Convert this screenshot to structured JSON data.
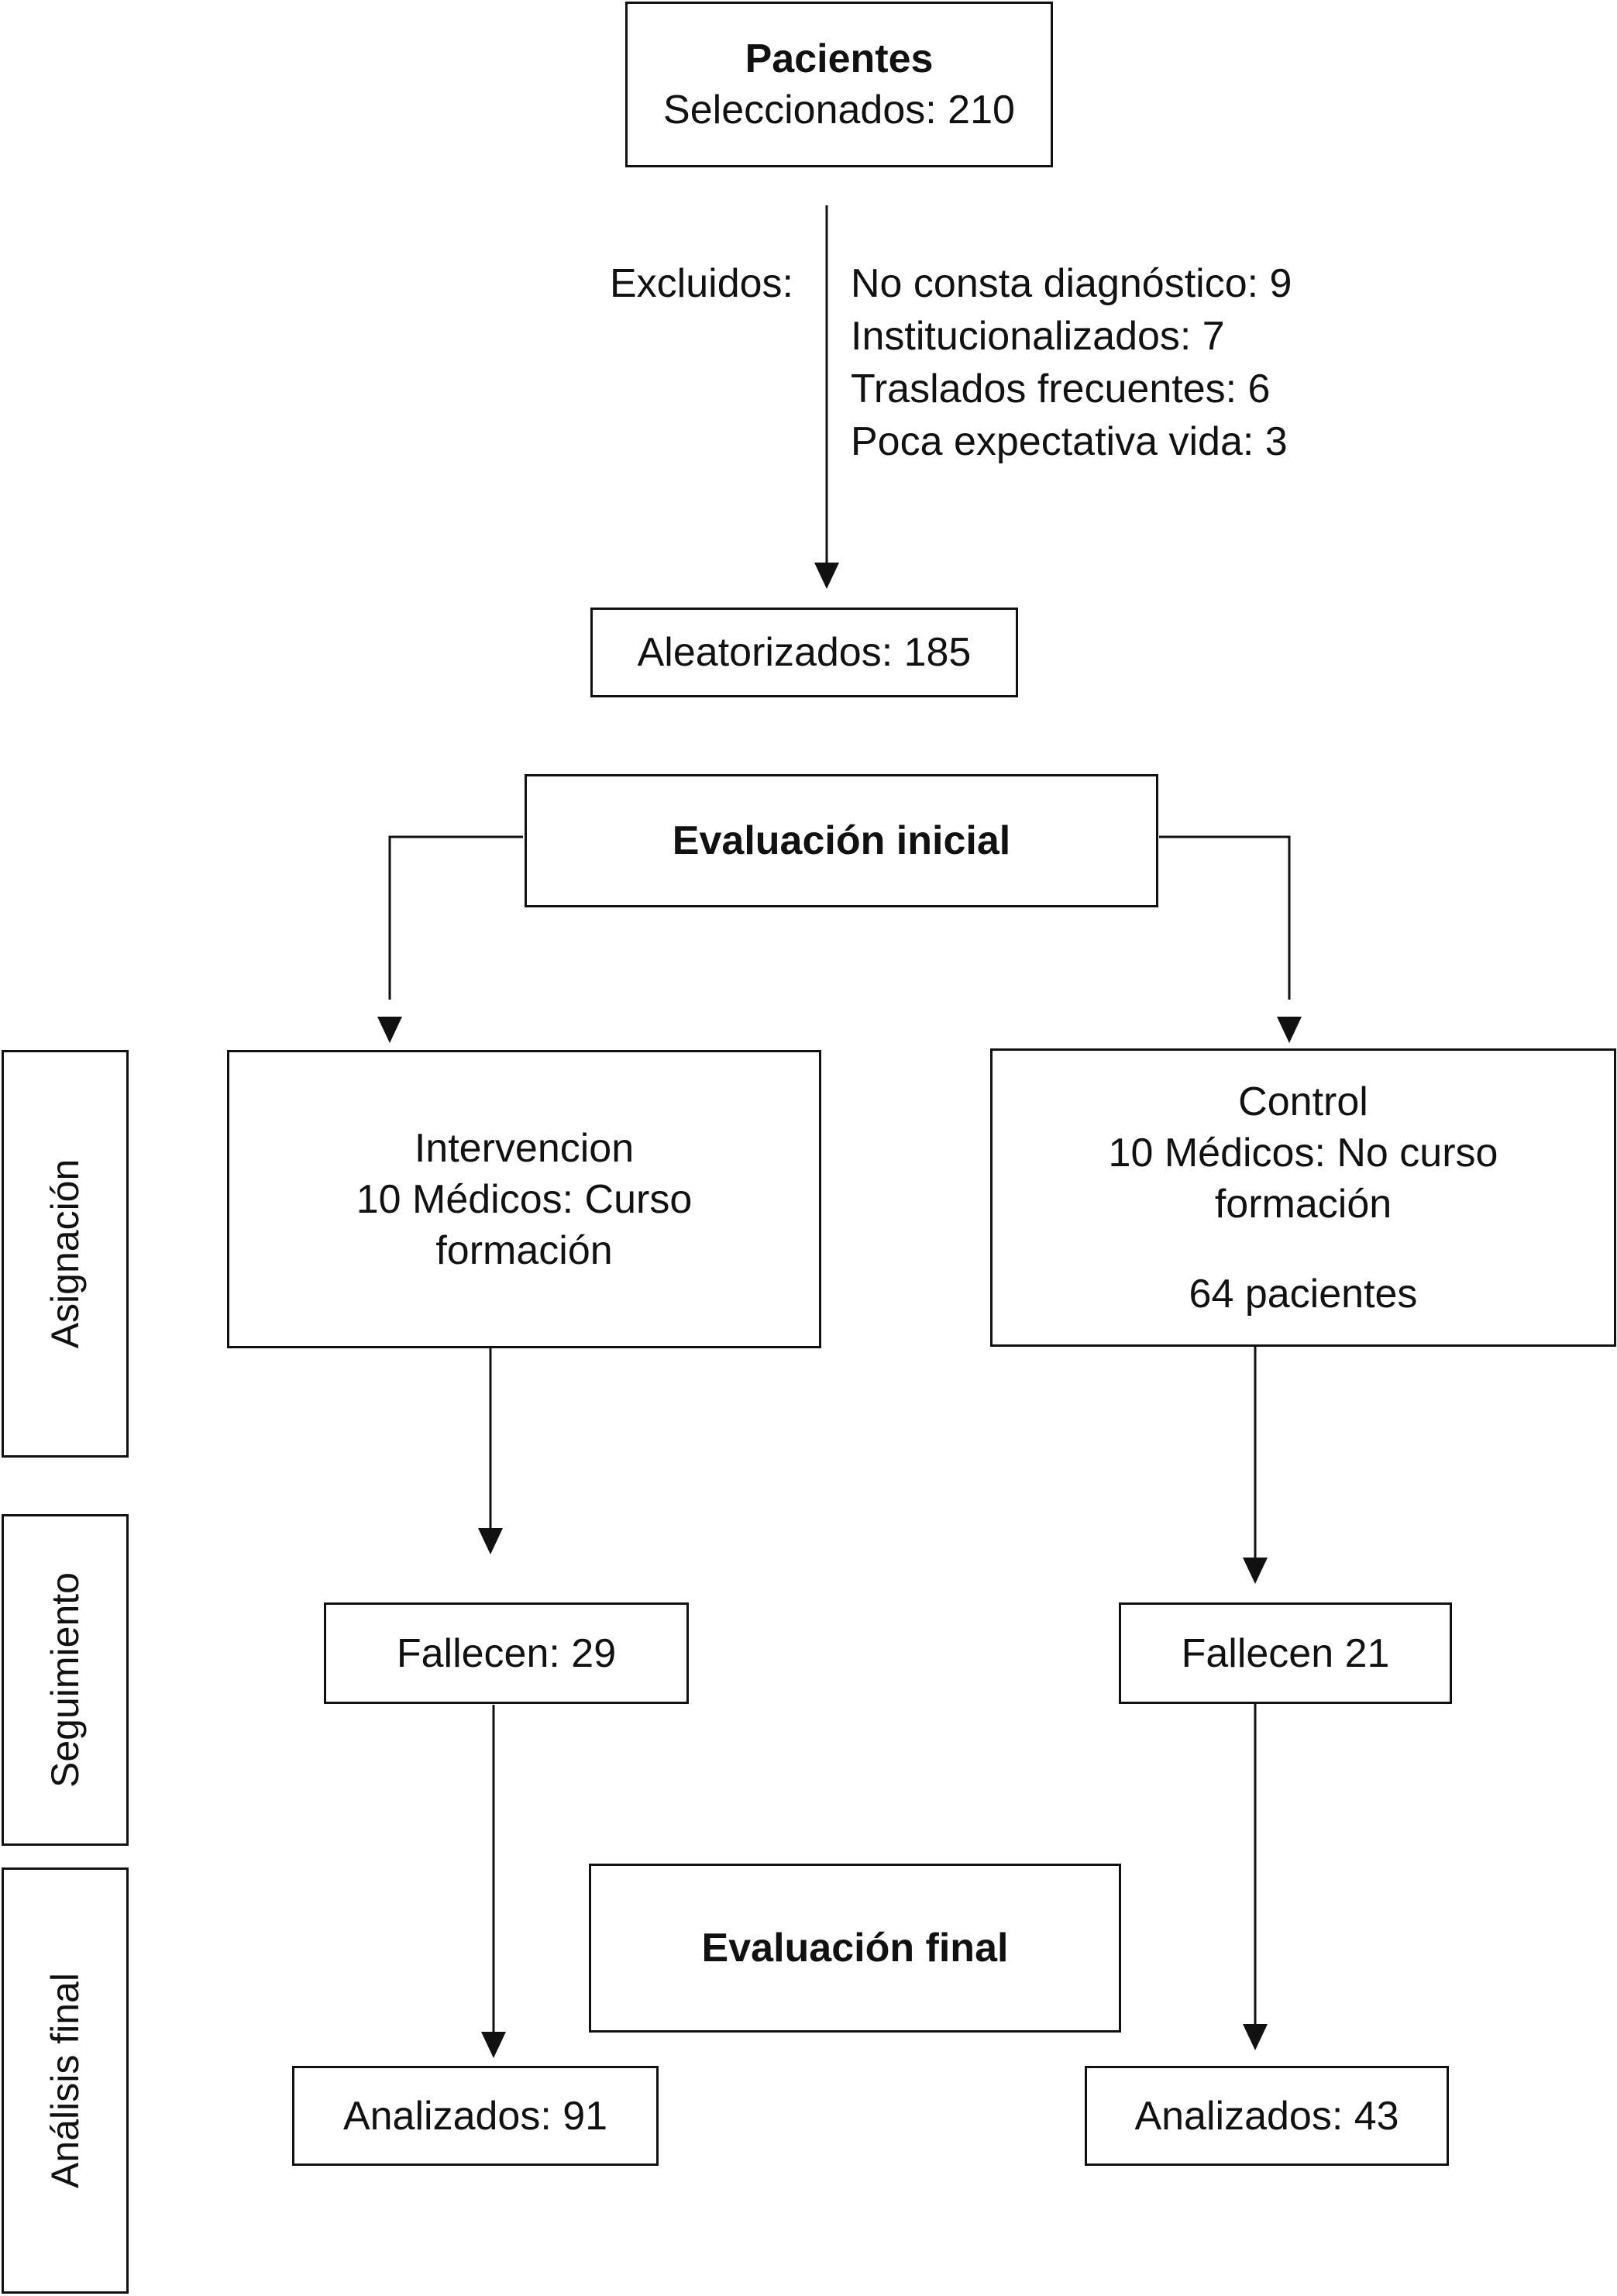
{
  "patients": {
    "title": "Pacientes",
    "selected": "Seleccionados: 210"
  },
  "exclusion": {
    "label": "Excluidos:",
    "reasons": [
      "No consta diagnóstico: 9",
      "Institucionalizados: 7",
      "Traslados frecuentes: 6",
      "Poca expectativa vida: 3"
    ]
  },
  "randomized": "Aleatorizados: 185",
  "initial_evaluation": "Evaluación inicial",
  "intervention": {
    "line1": "Intervencion",
    "line2": "10 Médicos: Curso",
    "line3": "formación"
  },
  "control": {
    "line1": "Control",
    "line2": "10 Médicos: No curso",
    "line3": "formación",
    "patients": "64 pacientes"
  },
  "intervention_deaths": "Fallecen: 29",
  "control_deaths": "Fallecen 21",
  "final_evaluation": "Evaluación final",
  "intervention_analyzed": "Analizados: 91",
  "control_analyzed": "Analizados: 43",
  "phases": {
    "assignment": "Asignación",
    "follow_up": "Seguimiento",
    "final_analysis": "Análisis final"
  }
}
